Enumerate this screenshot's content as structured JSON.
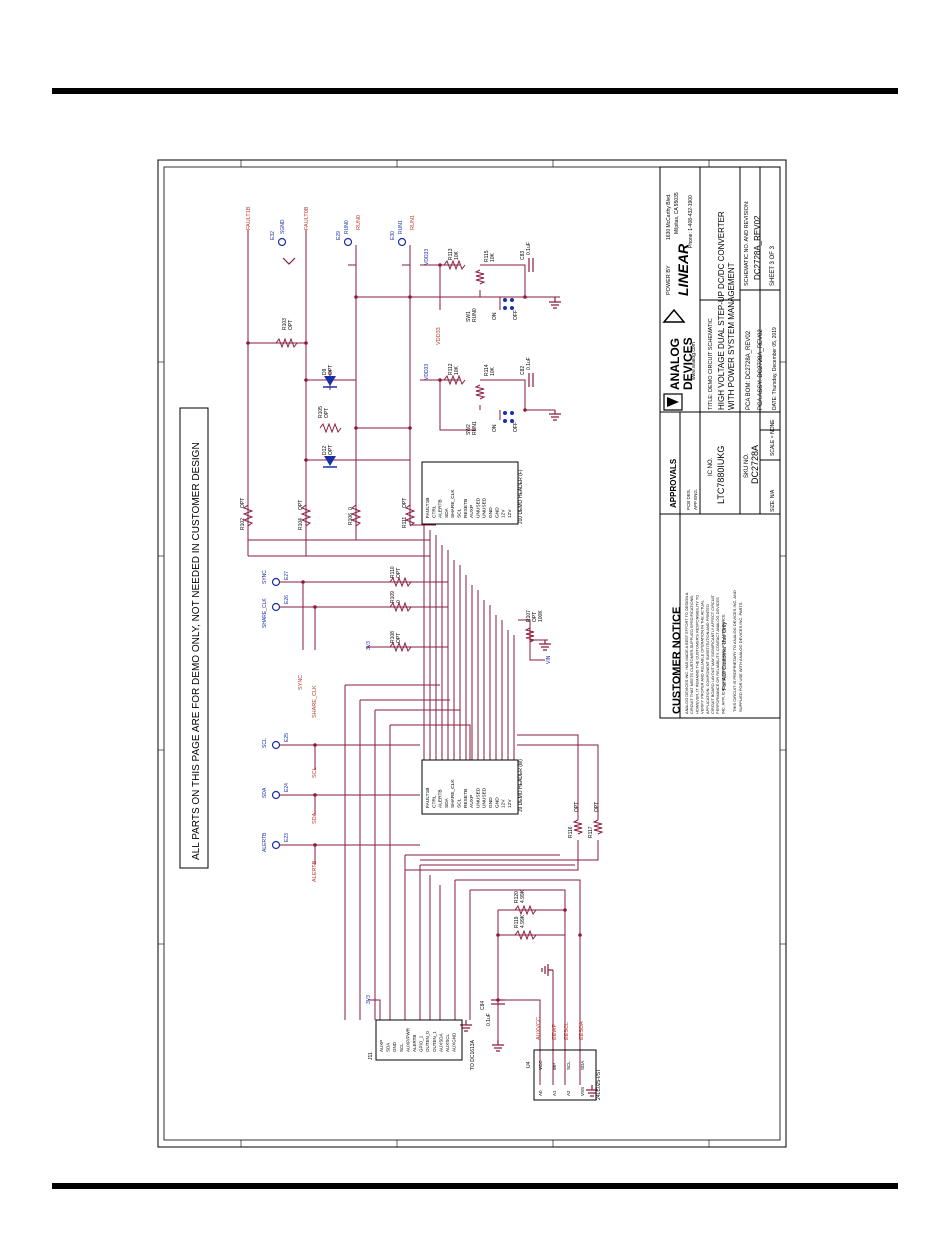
{
  "notice": "ALL PARTS ON THIS PAGE ARE FOR DEMO ONLY, NOT NEEDED IN CUSTOMER DESIGN",
  "title_block": {
    "customer_notice_title": "CUSTOMER NOTICE",
    "customer_notice_body": [
      "ANALOG DEVICES INC. HAS MADE A BEST EFFORT TO DESIGN A",
      "CIRCUIT THAT MEETS CUSTOMER-SUPPLIED SPECIFICATIONS;",
      "HOWEVER, IT REMAINS THE CUSTOMER'S RESPONSIBILITY TO",
      "VERIFY PROPER AND RELIABLE OPERATION IN THE ACTUAL",
      "APPLICATION. COMPONENT SUBSTITUTION AND PRINTED",
      "CIRCUIT BOARD LAYOUT MAY SIGNIFICANTLY AFFECT CIRCUIT",
      "PERFORMANCE OR RELIABILITY. CONTACT ANALOG DEVICES",
      "INC. APPLICATIONS ENGINEERING FOR ASSISTANCE."
    ],
    "for_adi": "For ADI Customer Use Only",
    "proprietary_1": "THIS CIRCUIT IS PROPRIETARY TO ANALOG DEVICES INC. AND",
    "proprietary_2": "SUPPLIED FOR USE WITH ANALOG DEVICES INC. PARTS.",
    "approvals": "APPROVALS",
    "pcb_des": "PCB DES.",
    "app_eng": "APP ENG.",
    "ic_no_label": "IC NO.",
    "ic_no": "LTC7880IUKG",
    "sku_label": "SKU NO.",
    "sku": "DC2728A",
    "size": "SIZE: N/A",
    "scale": "SCALE = NONE",
    "pca_bom": "PCA BOM: DC2728A_REV02",
    "pca_assy": "PCA ASSY: DC2728A_REV02",
    "date": "DATE: Thursday, December 05, 2019",
    "title_label": "TITLE: DEMO CIRCUIT SCHEMATIC",
    "title_1": "HIGH VOLTAGE DUAL STEP-UP DC/DC CONVERTER",
    "title_2": "WITH POWER SYSTEM MANAGEMENT",
    "schem_label": "SCHEMATIC NO. AND REVISION:",
    "schem_no": "DC2728A_REV02",
    "sheet": "SHEET  3  OF  3",
    "web": "www.analog.com",
    "logo_line1": "ANALOG",
    "logo_line2": "DEVICES",
    "power_by": "POWER BY",
    "linear": "LINEAR",
    "addr1": "1630 McCarthy Blvd.",
    "addr2": "Milpitas, CA 95035",
    "phone": "Phone: 1-408-432-1900"
  },
  "nets": {
    "fault1b": "FAULT1B",
    "fault0b": "FAULT0B",
    "run0": "RUN0",
    "run1": "RUN1",
    "sgnd": "SGND",
    "sync": "SYNC",
    "share_clk": "SHARE_CLK",
    "scl": "SCL",
    "sda": "SDA",
    "alertb": "ALERTB",
    "vdd33": "VDD33",
    "v33": "3V3",
    "vin": "VIN",
    "auxvcc": "AUXVCC",
    "eewp": "EEWP",
    "eescl": "EESCL",
    "eesda": "EESDA"
  },
  "testpoints": {
    "e32": "E32",
    "e29": "E29",
    "e30": "E30",
    "e27": "E27",
    "e26": "E26",
    "e25": "E25",
    "e24": "E24",
    "e23": "E23"
  },
  "components": {
    "r103": "R103",
    "r102": "R102",
    "r104": "R104",
    "r105": "R105",
    "r106": "R106",
    "r111": "R111",
    "r110": "R110",
    "r109": "R109",
    "r108": "R108",
    "r107": "R107",
    "r113": "R113",
    "r112": "R112",
    "r115": "R115",
    "r114": "R114",
    "r116": "R116",
    "r117": "R117",
    "r119": "R119",
    "r120": "R120",
    "d9": "D9",
    "d12": "D12",
    "c83": "C83",
    "c82": "C82",
    "c84": "C84",
    "sw1": "SW1",
    "sw2": "SW2",
    "j10": "J10 DEMO HEADER (F)",
    "j9": "J9 DEMO HEADER (M)",
    "j11": "J11",
    "j11_to": "TO DC1613A",
    "u4": "U4",
    "u4_part": "24LC025-I/ST",
    "opt": "OPT",
    "val_0": "0",
    "val_10k": "10K",
    "val_100k": "100K",
    "val_01uf": "0.1uF",
    "val_499k": "4.99K",
    "on": "ON",
    "off": "OFF"
  },
  "header_pins": [
    "FAULT1B",
    "CTRL",
    "ALERTB",
    "SDA",
    "SHARE_CLK",
    "SCL",
    "RESETB",
    "AUXP",
    "UNUSED",
    "UNUSED",
    "GND",
    "GND",
    "12V",
    "12V"
  ],
  "j11_pins": [
    "AUXP",
    "SDA",
    "GND",
    "SCL",
    "AUXP/PWR",
    "ALERTB",
    "GPIO_1",
    "OUTEN_0",
    "OUTEN_1",
    "AUXSDA",
    "AUXSCL",
    "AUXGND"
  ],
  "u4_pins": [
    "A0",
    "A1",
    "A2",
    "VSS",
    "SDA",
    "SCL",
    "WP",
    "VCC"
  ]
}
